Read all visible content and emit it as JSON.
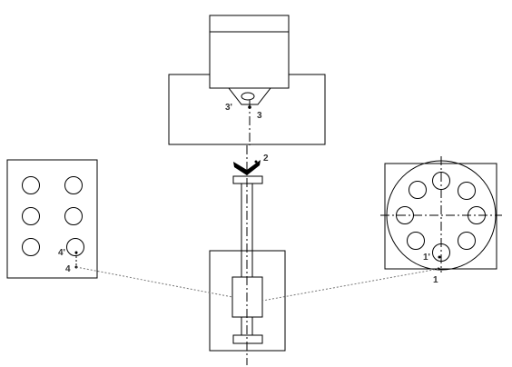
{
  "labels": {
    "p1": "1",
    "p1_prime": "1'",
    "p2": "2",
    "p3": "3",
    "p3_prime": "3'",
    "p4": "4",
    "p4_prime": "4'"
  }
}
